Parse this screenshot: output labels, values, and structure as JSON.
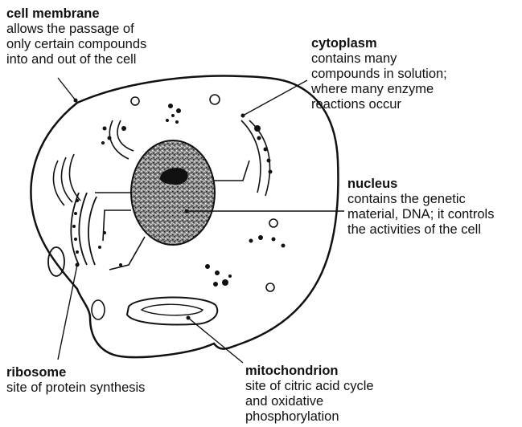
{
  "labels": {
    "cell_membrane": {
      "title": "cell membrane",
      "desc": "allows the passage of\nonly certain compounds\ninto and out of the cell"
    },
    "cytoplasm": {
      "title": "cytoplasm",
      "desc": "contains many\ncompounds in solution;\nwhere many enzyme\nreactions occur"
    },
    "nucleus": {
      "title": "nucleus",
      "desc": "contains the genetic\nmaterial, DNA; it controls\nthe activities of the cell"
    },
    "ribosome": {
      "title": "ribosome",
      "desc": "site of protein synthesis"
    },
    "mitochondrion": {
      "title": "mitochondrion",
      "desc": "site of citric acid cycle\nand oxidative\nphosphorylation"
    }
  }
}
